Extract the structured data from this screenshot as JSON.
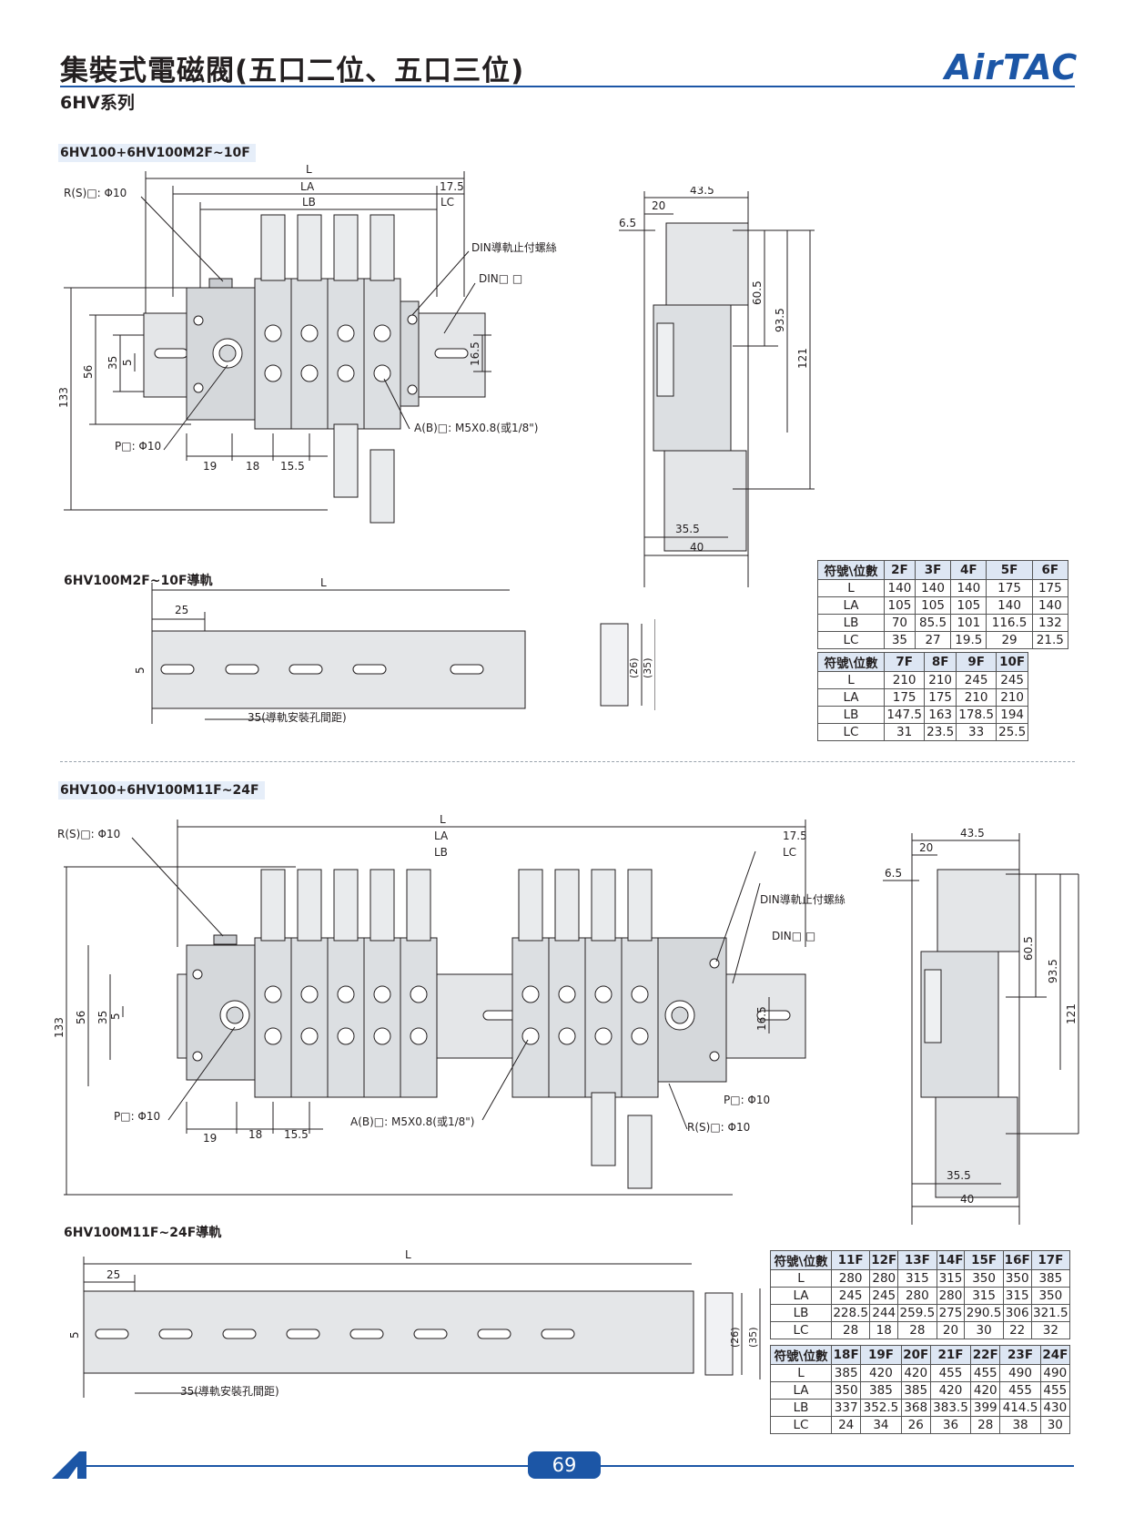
{
  "header": {
    "title": "集裝式電磁閥(五口二位、五口三位)",
    "series": "6HV系列",
    "logo": "AirTAC",
    "brand_color": "#1c56a6"
  },
  "section1": {
    "label": "6HV100+6HV100M2F~10F",
    "dims": {
      "L": "L",
      "LA": "LA",
      "LB": "LB",
      "LC": "LC",
      "d17_5": "17.5",
      "rs": "R(S)□: Φ10",
      "p": "P□: Φ10",
      "ab": "A(B)□: M5X0.8(或1/8\")",
      "din_screw": "DIN導軌止付螺絲",
      "din": "DIN□ □",
      "d133": "133",
      "d56": "56",
      "d35": "35",
      "d5": "5",
      "d16_5": "16.5",
      "d19": "19",
      "d18": "18",
      "d15_5": "15.5"
    },
    "side": {
      "d43_5": "43.5",
      "d20": "20",
      "d6_5": "6.5",
      "d60_5": "60.5",
      "d93_5": "93.5",
      "d121": "121",
      "d35_5": "35.5",
      "d40": "40"
    },
    "rail_label": "6HV100M2F~10F導軌",
    "rail": {
      "L": "L",
      "d25": "25",
      "d5": "5",
      "pitch": "35(導軌安裝孔間距)",
      "d26": "(26)",
      "d35": "(35)"
    },
    "table1": {
      "head": [
        "符號\\位數",
        "2F",
        "3F",
        "4F",
        "5F",
        "6F"
      ],
      "rows": [
        [
          "L",
          "140",
          "140",
          "140",
          "175",
          "175"
        ],
        [
          "LA",
          "105",
          "105",
          "105",
          "140",
          "140"
        ],
        [
          "LB",
          "70",
          "85.5",
          "101",
          "116.5",
          "132"
        ],
        [
          "LC",
          "35",
          "27",
          "19.5",
          "29",
          "21.5"
        ]
      ]
    },
    "table2": {
      "head": [
        "符號\\位數",
        "7F",
        "8F",
        "9F",
        "10F"
      ],
      "rows": [
        [
          "L",
          "210",
          "210",
          "245",
          "245"
        ],
        [
          "LA",
          "175",
          "175",
          "210",
          "210"
        ],
        [
          "LB",
          "147.5",
          "163",
          "178.5",
          "194"
        ],
        [
          "LC",
          "31",
          "23.5",
          "33",
          "25.5"
        ]
      ]
    }
  },
  "section2": {
    "label": "6HV100+6HV100M11F~24F",
    "dims": {
      "L": "L",
      "LA": "LA",
      "LB": "LB",
      "LC": "LC",
      "d17_5": "17.5",
      "rs": "R(S)□: Φ10",
      "p": "P□: Φ10",
      "ab": "A(B)□: M5X0.8(或1/8\")",
      "din_screw": "DIN導軌止付螺絲",
      "din": "DIN□ □",
      "p_right": "P□: Φ10",
      "rs_right": "R(S)□: Φ10",
      "d133": "133",
      "d56": "56",
      "d35": "35",
      "d5": "5",
      "d16_5": "16.5",
      "d19": "19",
      "d18": "18",
      "d15_5": "15.5"
    },
    "side": {
      "d43_5": "43.5",
      "d20": "20",
      "d6_5": "6.5",
      "d60_5": "60.5",
      "d93_5": "93.5",
      "d121": "121",
      "d35_5": "35.5",
      "d40": "40"
    },
    "rail_label": "6HV100M11F~24F導軌",
    "rail": {
      "L": "L",
      "d25": "25",
      "d5": "5",
      "pitch": "35(導軌安裝孔間距)",
      "d26": "(26)",
      "d35": "(35)"
    },
    "table1": {
      "head": [
        "符號\\位數",
        "11F",
        "12F",
        "13F",
        "14F",
        "15F",
        "16F",
        "17F"
      ],
      "rows": [
        [
          "L",
          "280",
          "280",
          "315",
          "315",
          "350",
          "350",
          "385"
        ],
        [
          "LA",
          "245",
          "245",
          "280",
          "280",
          "315",
          "315",
          "350"
        ],
        [
          "LB",
          "228.5",
          "244",
          "259.5",
          "275",
          "290.5",
          "306",
          "321.5"
        ],
        [
          "LC",
          "28",
          "18",
          "28",
          "20",
          "30",
          "22",
          "32"
        ]
      ]
    },
    "table2": {
      "head": [
        "符號\\位數",
        "18F",
        "19F",
        "20F",
        "21F",
        "22F",
        "23F",
        "24F"
      ],
      "rows": [
        [
          "L",
          "385",
          "420",
          "420",
          "455",
          "455",
          "490",
          "490"
        ],
        [
          "LA",
          "350",
          "385",
          "385",
          "420",
          "420",
          "455",
          "455"
        ],
        [
          "LB",
          "337",
          "352.5",
          "368",
          "383.5",
          "399",
          "414.5",
          "430"
        ],
        [
          "LC",
          "24",
          "34",
          "26",
          "36",
          "28",
          "38",
          "30"
        ]
      ]
    }
  },
  "footer": {
    "page_number": "69"
  }
}
